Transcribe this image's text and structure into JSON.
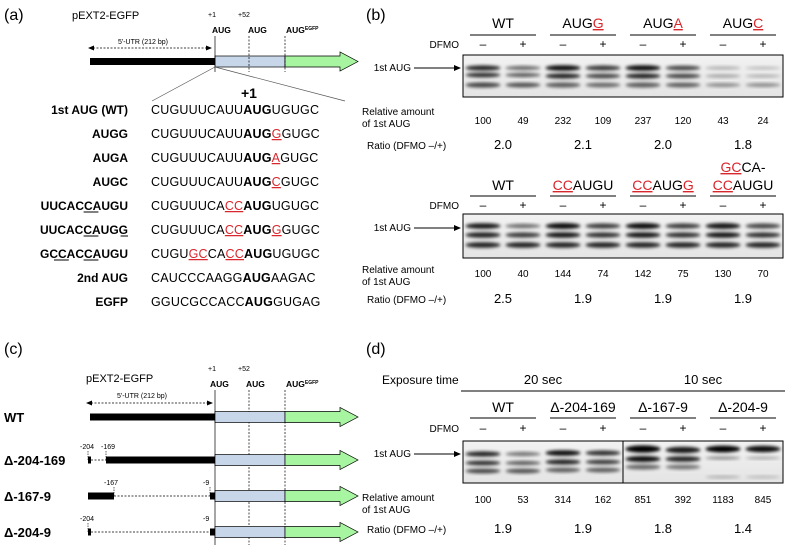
{
  "panel_labels": {
    "a": "(a)",
    "b": "(b)",
    "c": "(c)",
    "d": "(d)"
  },
  "construct_a": {
    "name": "pEXT2-EGFP",
    "utr": "5'-UTR (212 bp)",
    "marks": [
      "+1",
      "+52"
    ],
    "aug1": "AUG",
    "aug2": "AUG",
    "aug_egfp_main": "AUG",
    "aug_egfp_sup": "EGFP",
    "plus1": "+1"
  },
  "seq_rows": [
    {
      "name": "1st AUG (WT)",
      "segments": [
        {
          "t": "CUGUUUCAUU",
          "c": "n"
        },
        {
          "t": "AUG",
          "c": "b"
        },
        {
          "t": "UGUGC",
          "c": "n"
        }
      ]
    },
    {
      "name": "AUGG",
      "segments": [
        {
          "t": "CUGUUUCAUU",
          "c": "n"
        },
        {
          "t": "AUG",
          "c": "b"
        },
        {
          "t": "G",
          "c": "r"
        },
        {
          "t": "GUGC",
          "c": "n"
        }
      ]
    },
    {
      "name": "AUGA",
      "segments": [
        {
          "t": "CUGUUUCAUU",
          "c": "n"
        },
        {
          "t": "AUG",
          "c": "b"
        },
        {
          "t": "A",
          "c": "r"
        },
        {
          "t": "GUGC",
          "c": "n"
        }
      ]
    },
    {
      "name": "AUGC",
      "segments": [
        {
          "t": "CUGUUUCAUU",
          "c": "n"
        },
        {
          "t": "AUG",
          "c": "b"
        },
        {
          "t": "C",
          "c": "r"
        },
        {
          "t": "GUGC",
          "c": "n"
        }
      ]
    },
    {
      "name": "UUCACCAUGU",
      "segments": [
        {
          "t": "CUGUUUCA",
          "c": "n"
        },
        {
          "t": "CC",
          "c": "r"
        },
        {
          "t": "AUG",
          "c": "b"
        },
        {
          "t": "UGUGC",
          "c": "n"
        }
      ]
    },
    {
      "name": "UUCACCAUGG",
      "segments": [
        {
          "t": "CUGUUUCA",
          "c": "n"
        },
        {
          "t": "CC",
          "c": "r"
        },
        {
          "t": "AUG",
          "c": "b"
        },
        {
          "t": "G",
          "c": "r"
        },
        {
          "t": "GUGC",
          "c": "n"
        }
      ]
    },
    {
      "name": "GCCACCAUGU",
      "segments": [
        {
          "t": "CUGU",
          "c": "n"
        },
        {
          "t": "GC",
          "c": "r"
        },
        {
          "t": "CA",
          "c": "n"
        },
        {
          "t": "CC",
          "c": "r"
        },
        {
          "t": "AUG",
          "c": "b"
        },
        {
          "t": "UGUGC",
          "c": "n"
        }
      ]
    },
    {
      "name": "2nd AUG",
      "segments": [
        {
          "t": "CAUCCCAAGG",
          "c": "n"
        },
        {
          "t": "AUG",
          "c": "b"
        },
        {
          "t": "AAGAC",
          "c": "n"
        }
      ]
    },
    {
      "name": "EGFP",
      "segments": [
        {
          "t": "GGUCGCCACC",
          "c": "n"
        },
        {
          "t": "AUG",
          "c": "b"
        },
        {
          "t": "GUGAG",
          "c": "n"
        }
      ]
    }
  ],
  "panel_b_top": {
    "groups": [
      {
        "pre": "WT",
        "mut": ""
      },
      {
        "pre": "AUG",
        "mut": "G"
      },
      {
        "pre": "AUG",
        "mut": "A"
      },
      {
        "pre": "AUG",
        "mut": "C"
      }
    ],
    "dfmo": "DFMO",
    "signs": [
      "–",
      "+",
      "–",
      "+",
      "–",
      "+",
      "–",
      "+"
    ],
    "band": "1st AUG",
    "rel_label": [
      "Relative amount",
      "of 1st AUG"
    ],
    "values": [
      "100",
      "49",
      "232",
      "109",
      "237",
      "120",
      "43",
      "24"
    ],
    "ratio_label": "Ratio (DFMO –/+)",
    "ratios": [
      "2.0",
      "2.1",
      "2.0",
      "1.8"
    ]
  },
  "panel_b_bottom": {
    "dfmo": "DFMO",
    "signs": [
      "–",
      "+",
      "–",
      "+",
      "–",
      "+",
      "–",
      "+"
    ],
    "band": "1st AUG",
    "rel_label": [
      "Relative amount",
      "of 1st AUG"
    ],
    "values": [
      "100",
      "40",
      "144",
      "74",
      "142",
      "75",
      "130",
      "70"
    ],
    "ratio_label": "Ratio (DFMO –/+)",
    "ratios": [
      "2.5",
      "1.9",
      "1.9",
      "1.9"
    ]
  },
  "construct_c": {
    "name": "pEXT2-EGFP",
    "utr": "5'-UTR (212 bp)",
    "marks": [
      "+1",
      "+52"
    ],
    "aug1": "AUG",
    "aug2": "AUG",
    "aug_egfp_main": "AUG",
    "aug_egfp_sup": "EGFP",
    "rows": [
      "WT",
      "Δ-204-169",
      "Δ-167-9",
      "Δ-204-9"
    ],
    "tick_labels": {
      "r1a": "-204",
      "r1b": "-169",
      "r2a": "-167",
      "r2b": "-9",
      "r3a": "-204",
      "r3b": "-9"
    }
  },
  "panel_d": {
    "exposure": "Exposure time",
    "times": [
      "20 sec",
      "10 sec"
    ],
    "groups": [
      "WT",
      "Δ-204-169",
      "Δ-167-9",
      "Δ-204-9"
    ],
    "dfmo": "DFMO",
    "signs": [
      "–",
      "+",
      "–",
      "+",
      "–",
      "+",
      "–",
      "+"
    ],
    "band": "1st AUG",
    "rel_label": [
      "Relative amount",
      "of 1st AUG"
    ],
    "values": [
      "100",
      "53",
      "314",
      "162",
      "851",
      "392",
      "1183",
      "845"
    ],
    "ratio_label": "Ratio (DFMO –/+)",
    "ratios": [
      "1.9",
      "1.9",
      "1.8",
      "1.4"
    ]
  },
  "colors": {
    "red": "#d9262c",
    "utr_bar": "#000000",
    "orf_blue": "#c8d6ea",
    "egfp_green": "#a7f5a0"
  }
}
